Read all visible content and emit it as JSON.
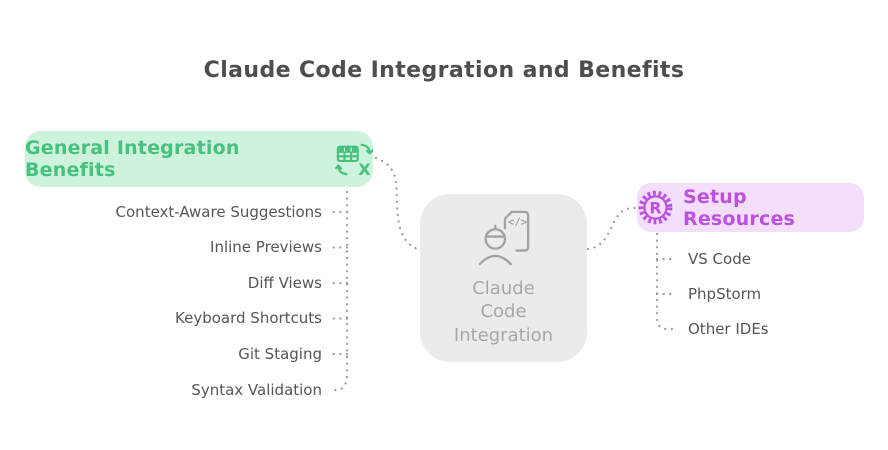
{
  "title": "Claude Code Integration and Benefits",
  "center": {
    "label": "Claude Code Integration",
    "lines": [
      "Claude",
      "Code",
      "Integration"
    ],
    "icon": "engineer-code-document-icon",
    "bg_color": "#ebebeb",
    "text_color": "#a7a7a7"
  },
  "branches": {
    "left": {
      "label": "General Integration Benefits",
      "icon": "table-to-excel-sync-icon",
      "bg_color": "#cdf3dc",
      "text_color": "#46c17e",
      "items": [
        "Context-Aware Suggestions",
        "Inline Previews",
        "Diff Views",
        "Keyboard Shortcuts",
        "Git Staging",
        "Syntax Validation"
      ]
    },
    "right": {
      "label": "Setup Resources",
      "icon": "gear-registered-icon",
      "bg_color": "#f3dffb",
      "text_color": "#bc50e2",
      "items": [
        "VS Code",
        "PhpStorm",
        "Other IDEs"
      ]
    }
  },
  "connector_color": "#9b9b9b",
  "title_color": "#4e4e4e",
  "item_text_color": "#565656"
}
